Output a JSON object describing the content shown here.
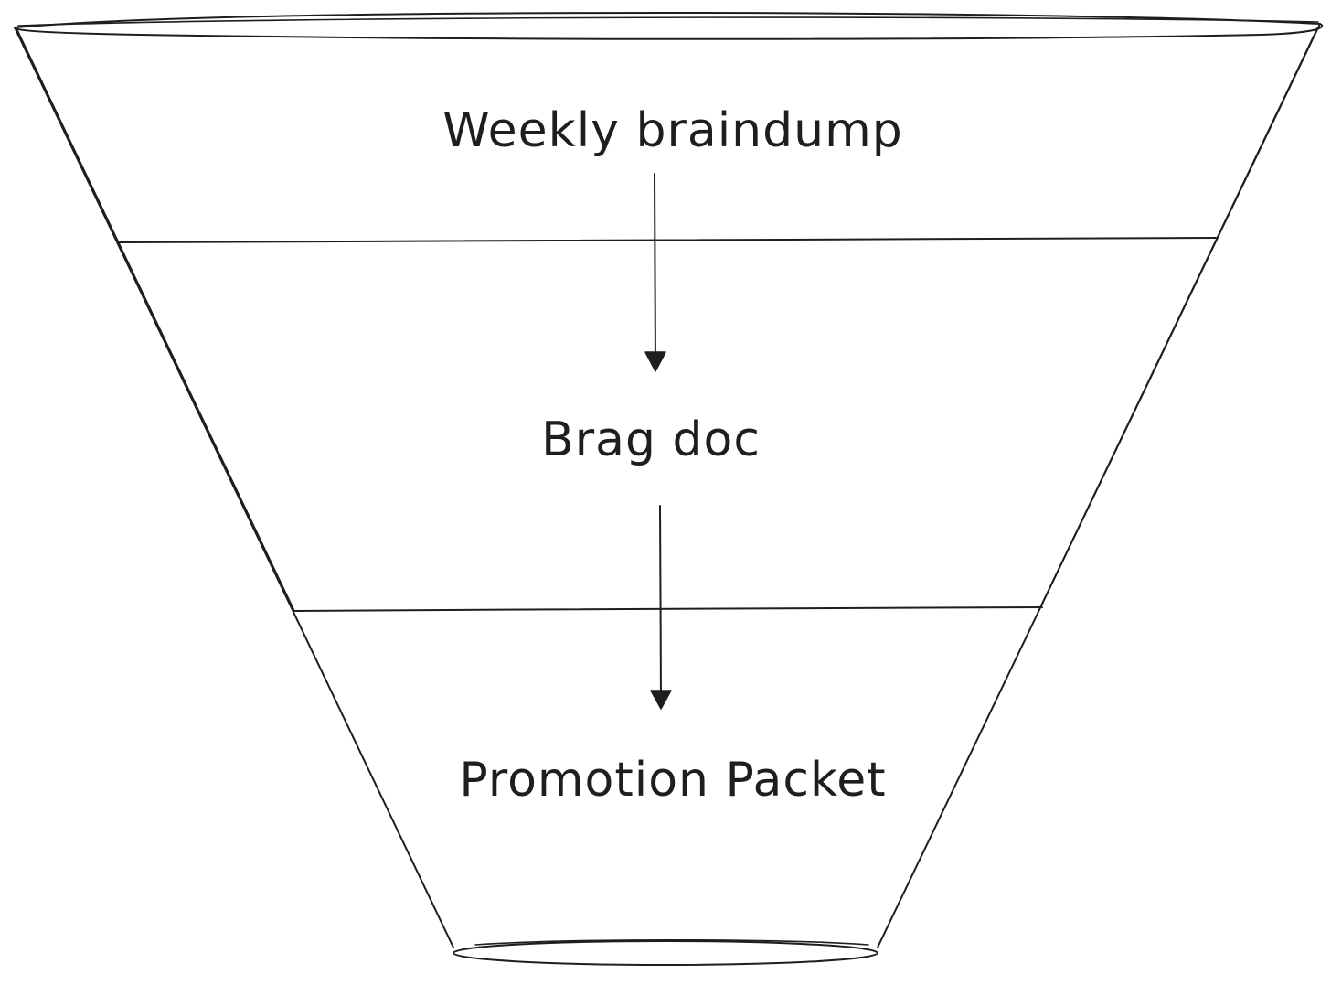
{
  "diagram": {
    "stages": [
      {
        "id": "weekly",
        "label": "Weekly braindump"
      },
      {
        "id": "brag",
        "label": "Brag doc"
      },
      {
        "id": "promotion",
        "label": "Promotion Packet"
      }
    ],
    "edges": [
      {
        "from": "weekly",
        "to": "brag"
      },
      {
        "from": "brag",
        "to": "promotion"
      }
    ],
    "stroke_color": "#1e1e1e",
    "background_color": "#ffffff"
  }
}
